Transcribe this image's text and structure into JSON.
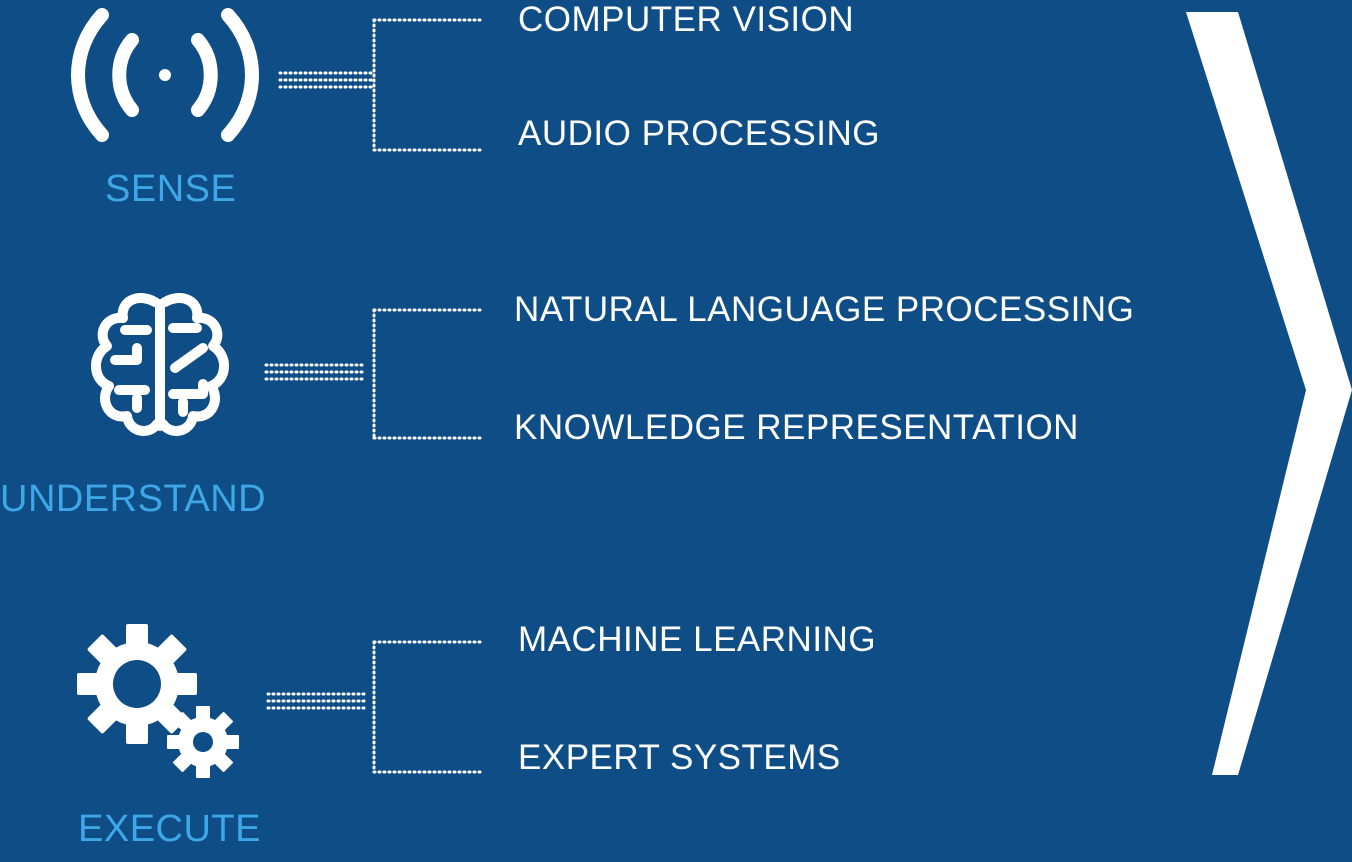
{
  "colors": {
    "background": "#0f4d86",
    "stage_label": "#3ea7e8",
    "item_text": "#ffffff",
    "icon": "#ffffff"
  },
  "stages": [
    {
      "label": "SENSE",
      "icon": "wireless-signal-icon",
      "items": [
        "COMPUTER VISION",
        "AUDIO PROCESSING"
      ]
    },
    {
      "label": "UNDERSTAND",
      "icon": "brain-icon",
      "items": [
        "NATURAL LANGUAGE PROCESSING",
        "KNOWLEDGE REPRESENTATION"
      ]
    },
    {
      "label": "EXECUTE",
      "icon": "gears-icon",
      "items": [
        "MACHINE LEARNING",
        "EXPERT SYSTEMS"
      ]
    }
  ],
  "arrow_icon": "chevron-right-icon"
}
